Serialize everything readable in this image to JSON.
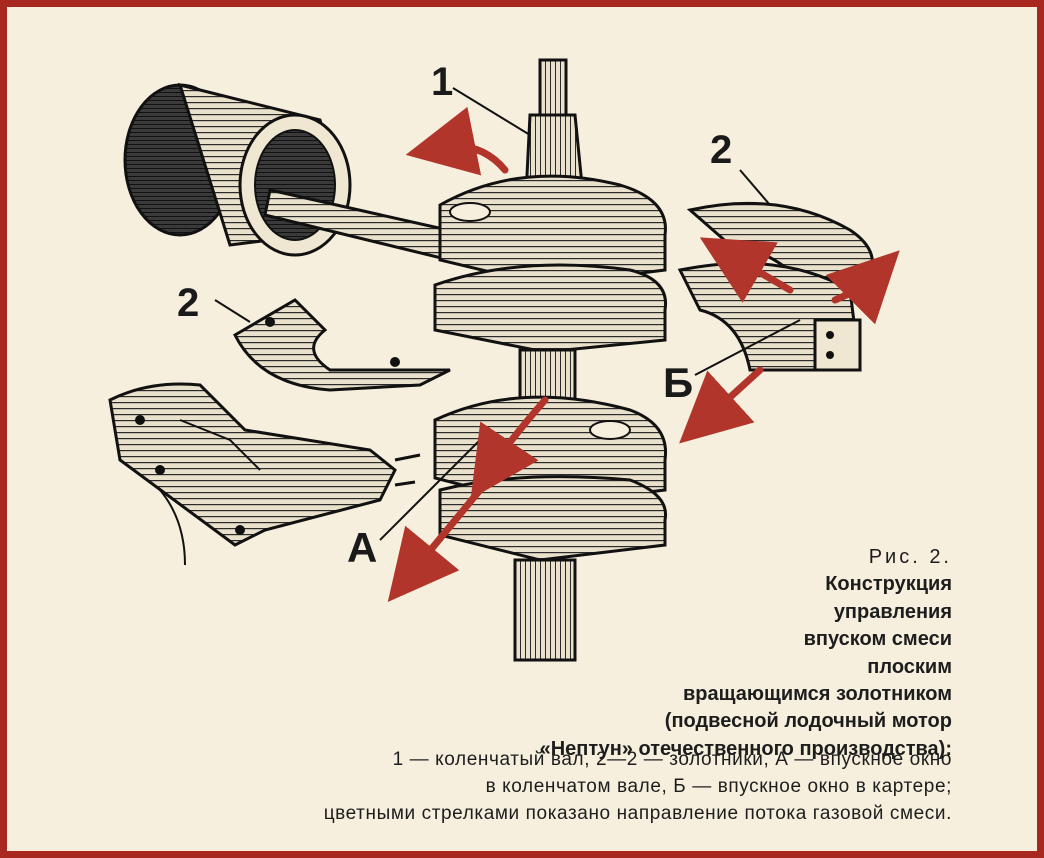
{
  "labels": {
    "crankshaft": "1",
    "valve_right": "2",
    "valve_left": "2",
    "port_a": "А",
    "port_b": "Б"
  },
  "caption": {
    "figure": "Рис. 2.",
    "title_lines": [
      "Конструкция",
      "управления",
      "впуском смеси",
      "плоским",
      "вращающимся золотником",
      "(подвесной лодочный мотор",
      "«Нептун» отечественного производства):"
    ],
    "legend_lines": [
      "1 — коленчатый вал, 2—2 — золотники, А — впускное окно",
      "в коленчатом вале, Б — впускное окно в картере;",
      "цветными стрелками показано направление потока газовой смеси."
    ]
  },
  "colors": {
    "frame": "#a8281f",
    "arrow": "#b2352b",
    "ink": "#1d1d1d",
    "paper": "#f6efdd"
  }
}
